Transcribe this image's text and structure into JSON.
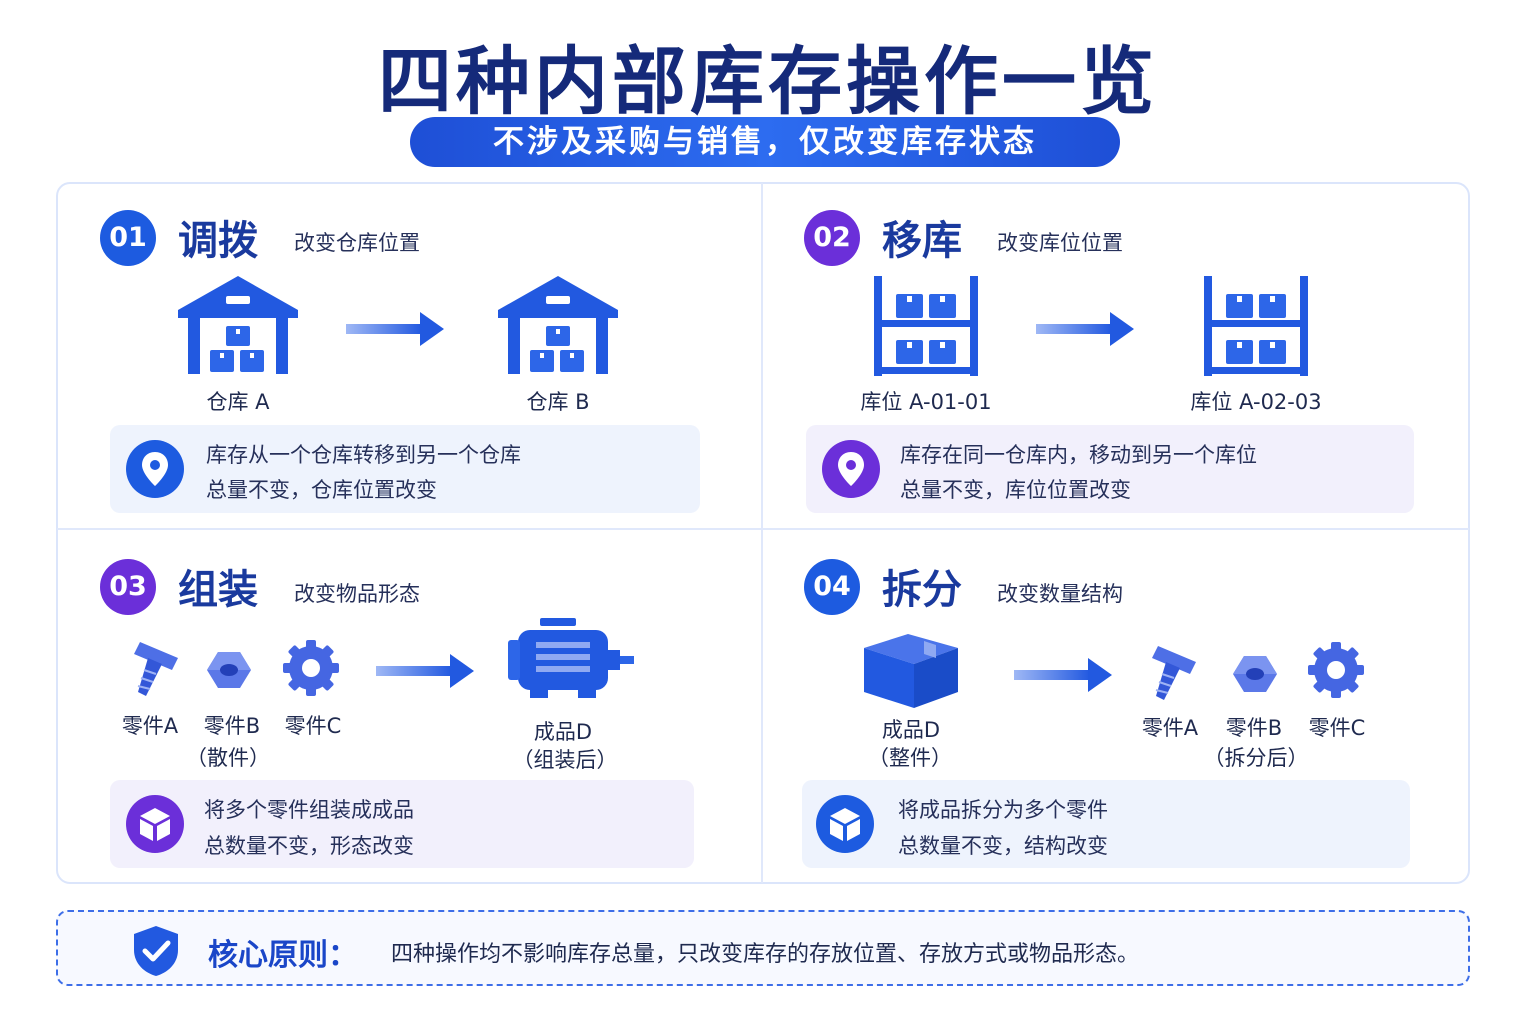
{
  "title": "四种内部库存操作一览",
  "subtitle": "不涉及采购与销售，仅改变库存状态",
  "sections": [
    {
      "number": "01",
      "title": "调拨",
      "desc": "改变仓库位置",
      "from_label": "仓库 A",
      "to_label": "仓库 B",
      "info_line1": "库存从一个仓库转移到另一个仓库",
      "info_line2": "总量不变，仓库位置改变",
      "badge_color": "#1d5be0",
      "icon": "warehouse-icon"
    },
    {
      "number": "02",
      "title": "移库",
      "desc": "改变库位位置",
      "from_label": "库位 A-01-01",
      "to_label": "库位 A-02-03",
      "info_line1": "库存在同一仓库内，移动到另一个库位",
      "info_line2": "总量不变，库位位置改变",
      "badge_color": "#6b2fd9",
      "icon": "shelf-icon"
    },
    {
      "number": "03",
      "title": "组装",
      "desc": "改变物品形态",
      "parts": [
        "零件A",
        "零件B",
        "零件C"
      ],
      "parts_note": "（散件）",
      "product_label": "成品D",
      "product_note": "（组装后）",
      "info_line1": "将多个零件组装成成品",
      "info_line2": "总数量不变，形态改变",
      "badge_color": "#6b2fd9",
      "icon": "motor-icon"
    },
    {
      "number": "04",
      "title": "拆分",
      "desc": "改变数量结构",
      "product_label": "成品D",
      "product_note": "（整件）",
      "parts": [
        "零件A",
        "零件B",
        "零件C"
      ],
      "parts_note": "（拆分后）",
      "info_line1": "将成品拆分为多个零件",
      "info_line2": "总数量不变，结构改变",
      "badge_color": "#1d5be0",
      "icon": "box-icon"
    }
  ],
  "footer": {
    "label": "核心原则：",
    "text": "四种操作均不影响库存总量，只改变库存的存放位置、存放方式或物品形态。",
    "icon": "shield-check-icon"
  }
}
